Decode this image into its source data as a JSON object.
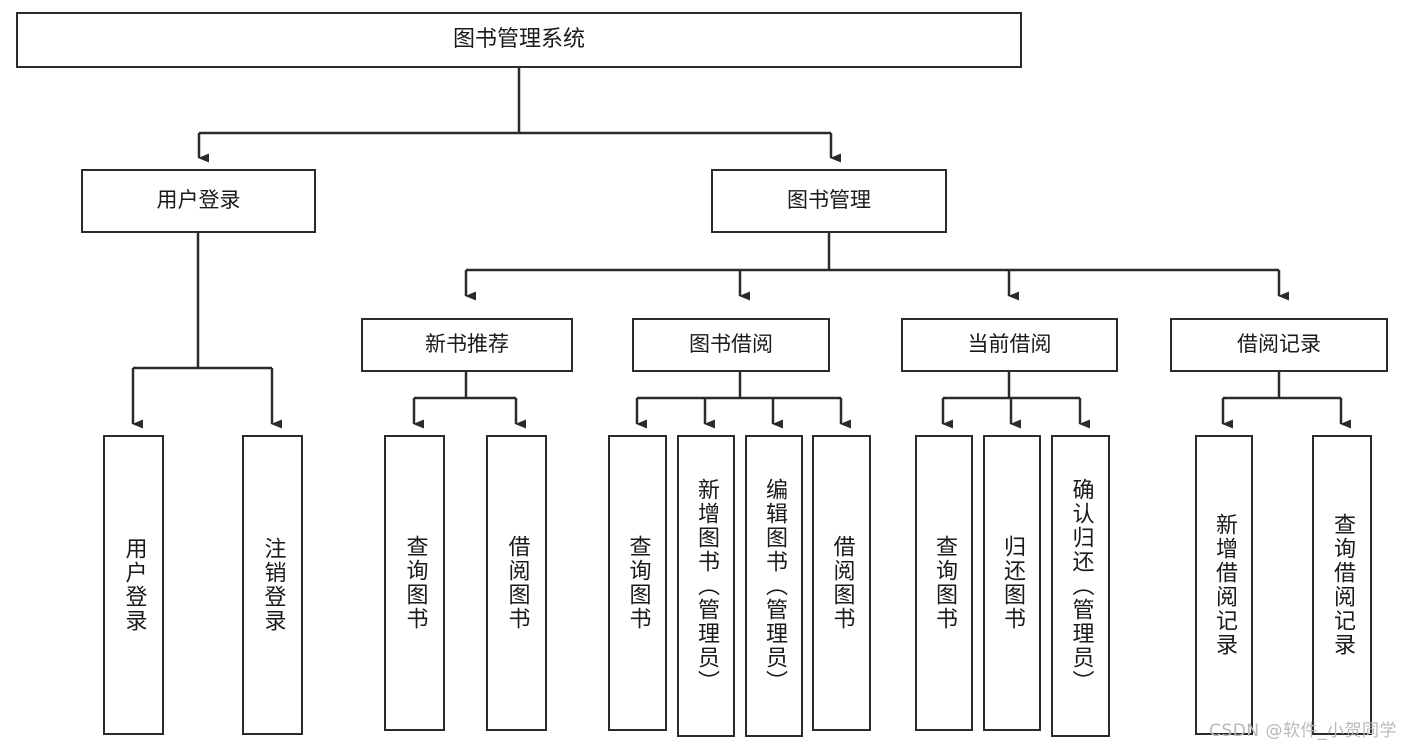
{
  "diagram": {
    "title": "图书管理系统",
    "type": "hierarchy-tree",
    "colors": {
      "box_border": "#2b2b2b",
      "box_fill": "#ffffff",
      "connector": "#2b2b2b",
      "text": "#1a1a1a",
      "watermark": "#b9b9b9"
    },
    "nodes": {
      "root": {
        "label": "图书管理系统"
      },
      "level2": [
        {
          "label": "用户登录"
        },
        {
          "label": "图书管理"
        }
      ],
      "level3": [
        {
          "label": "新书推荐"
        },
        {
          "label": "图书借阅"
        },
        {
          "label": "当前借阅"
        },
        {
          "label": "借阅记录"
        }
      ],
      "leaves_user_login": [
        {
          "label": "用户登录"
        },
        {
          "label": "注销登录"
        }
      ],
      "leaves_new_book": [
        {
          "label": "查询图书"
        },
        {
          "label": "借阅图书"
        }
      ],
      "leaves_borrow": [
        {
          "label": "查询图书"
        },
        {
          "label": "新增图书（管理员）"
        },
        {
          "label": "编辑图书（管理员）"
        },
        {
          "label": "借阅图书"
        }
      ],
      "leaves_current": [
        {
          "label": "查询图书"
        },
        {
          "label": "归还图书"
        },
        {
          "label": "确认归还（管理员）"
        }
      ],
      "leaves_records": [
        {
          "label": "新增借阅记录"
        },
        {
          "label": "查询借阅记录"
        }
      ]
    }
  },
  "watermark": {
    "text": "CSDN @软件_小贺同学"
  }
}
